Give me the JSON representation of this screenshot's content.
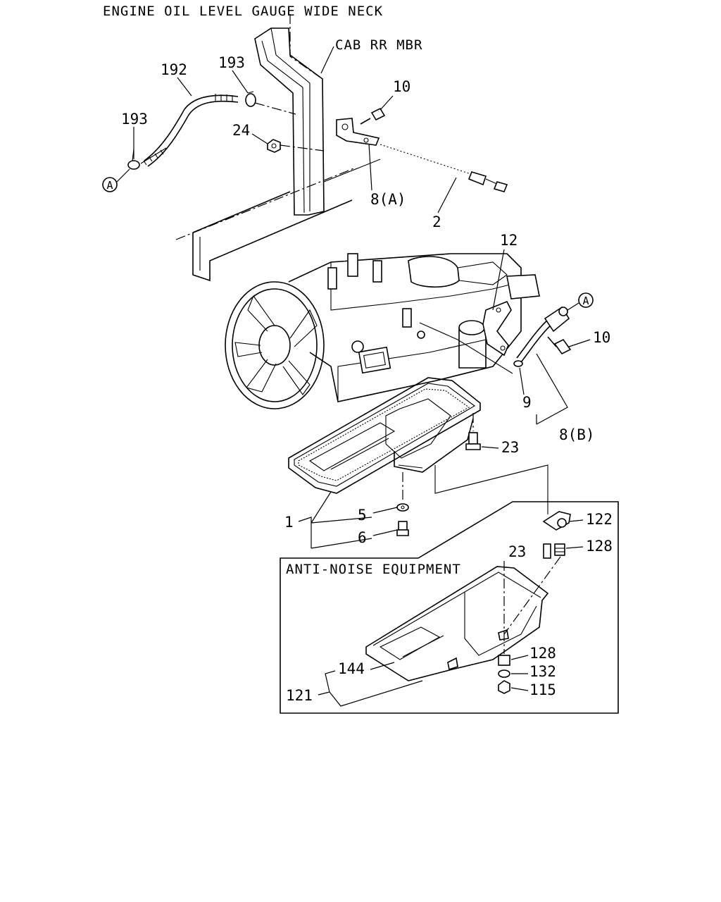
{
  "title": "ENGINE OIL LEVEL GAUGE WIDE NECK",
  "labels": {
    "cab_rr_mbr": "CAB RR MBR",
    "anti_noise": "ANTI-NOISE EQUIPMENT",
    "p192": "192",
    "p193_top": "193",
    "p193_left": "193",
    "p10_top": "10",
    "p24": "24",
    "p8a": "8(A)",
    "p2": "2",
    "p12": "12",
    "p10_right": "10",
    "p9": "9",
    "p8b": "8(B)",
    "p23_top": "23",
    "p1": "1",
    "p5": "5",
    "p6": "6",
    "p122": "122",
    "p23_box": "23",
    "p128_top": "128",
    "p144": "144",
    "p121": "121",
    "p128_low": "128",
    "p132": "132",
    "p115": "115",
    "ref_a_left": "A",
    "ref_a_right": "A"
  }
}
